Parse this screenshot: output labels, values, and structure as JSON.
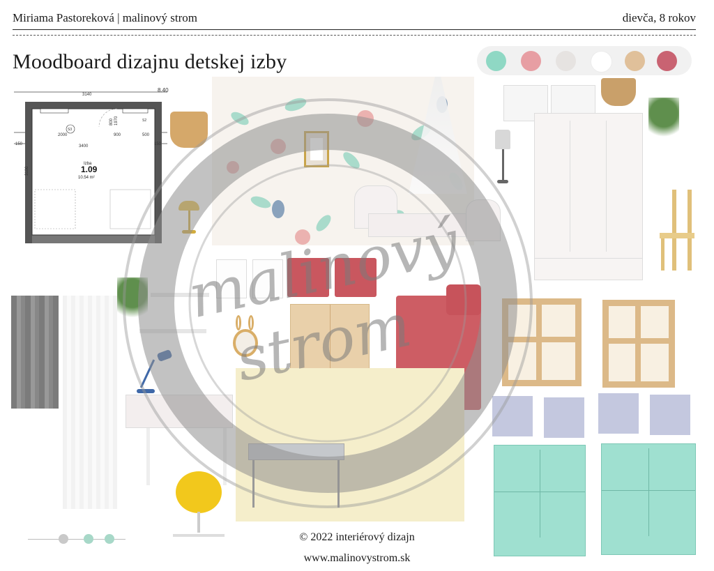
{
  "header": {
    "left_text": "Miriama Pastoreková | malinový strom",
    "right_text": "dievča, 8 rokov"
  },
  "title": "Moodboard dizajnu detskej izby",
  "palette": {
    "colors": [
      "#8fd8c4",
      "#e79ea3",
      "#e6e3e1",
      "#ffffff",
      "#e0c09a",
      "#c96372"
    ]
  },
  "floor_plan": {
    "dimensions": [
      "3140",
      "8.40",
      "2000",
      "3400",
      "900",
      "500",
      "150",
      "150",
      "3100",
      "800",
      "1970",
      "S3",
      "S2"
    ],
    "room_label": "Izba",
    "room_number": "1.09",
    "room_area": "10.54 m²"
  },
  "watermark": {
    "line1": "malinový",
    "line2": "strom"
  },
  "footer": {
    "copyright": "© 2022 interiérový dizajn",
    "website": "www.malinovystrom.sk"
  }
}
